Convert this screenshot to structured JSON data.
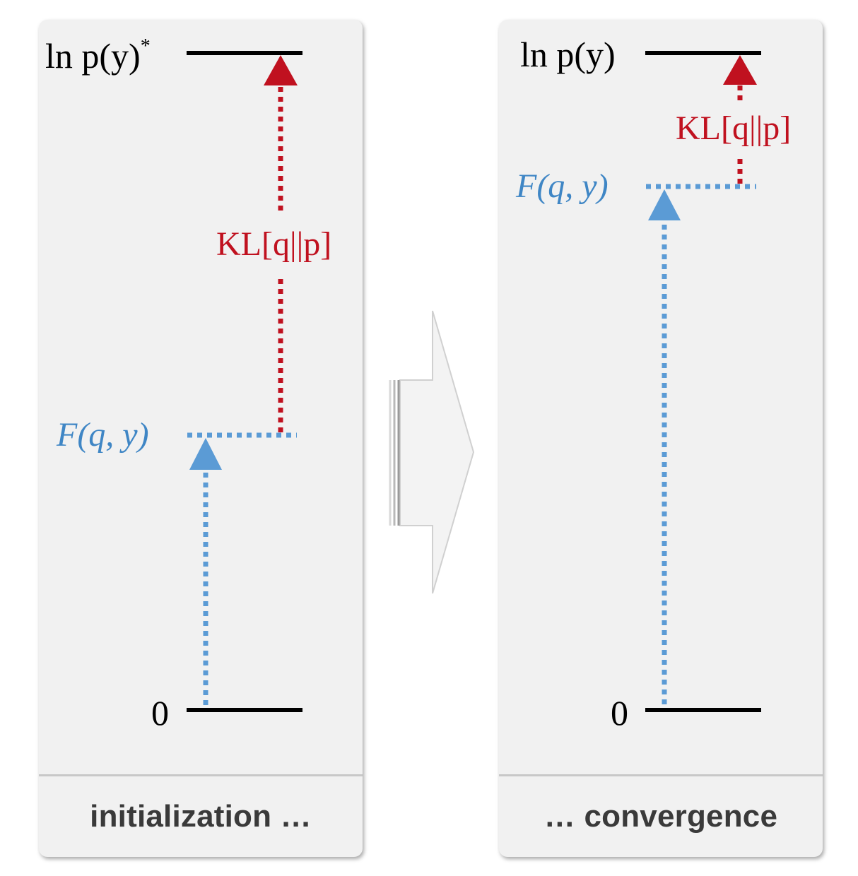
{
  "left_panel": {
    "top_label_main": "ln p(y)",
    "top_label_sup": "*",
    "free_energy_label": "F(q, y)",
    "kl_label": "KL[q||p]",
    "zero_label": "0",
    "caption": "initialization …"
  },
  "right_panel": {
    "top_label_main": "ln p(y)",
    "free_energy_label": "F(q, y)",
    "kl_label": "KL[q||p]",
    "zero_label": "0",
    "caption": "… convergence"
  },
  "colors": {
    "blue": "#5b9bd5",
    "red": "#c0111f",
    "black": "#000000",
    "panel": "#f1f1f1"
  }
}
